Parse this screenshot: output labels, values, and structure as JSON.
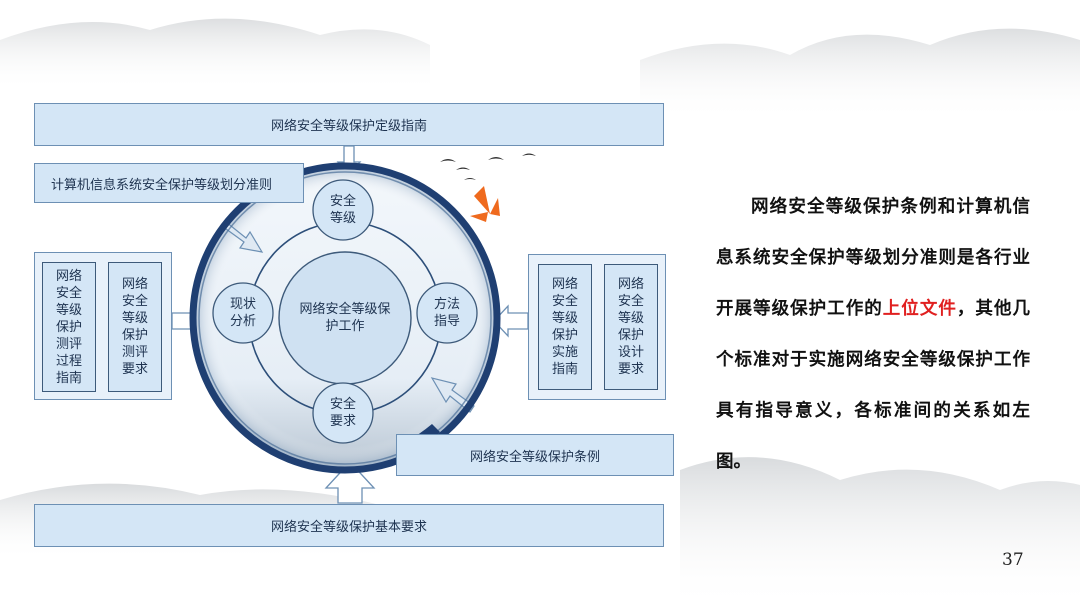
{
  "diagram": {
    "top_box": "网络安全等级保护定级指南",
    "second_box": "计算机信息系统安全保护等级划分准则",
    "left_panel": {
      "items": [
        "网络\n安全\n等级\n保护\n测评\n过程\n指南",
        "网络\n安全\n等级\n保护\n测评\n要求"
      ]
    },
    "right_panel": {
      "items": [
        "网络\n安全\n等级\n保护\n实施\n指南",
        "网络\n安全\n等级\n保护\n设计\n要求"
      ]
    },
    "regulation_box": "网络安全等级保护条例",
    "bottom_box": "网络安全等级保护基本要求",
    "center": {
      "core": "网络安全等级保\n护工作",
      "top": "安全\n等级",
      "left": "现状\n分析",
      "right": "方法\n指导",
      "bottom": "安全\n要求"
    }
  },
  "description": {
    "text_before": "网络安全等级保护条例和计算机信息系统安全保护等级划分准则是各行业开展等级保护工作的",
    "highlight": "上位文件",
    "text_after": "，其他几个标准对于实施网络安全等级保护工作具有指导意义，各标准间的关系如左图。"
  },
  "page_number": "37",
  "colors": {
    "box_fill": "#d4e6f6",
    "box_border": "#6d90b4",
    "highlight": "#e02020",
    "ring": "#1f3f72",
    "accent_bird": "#ef6a1e"
  }
}
